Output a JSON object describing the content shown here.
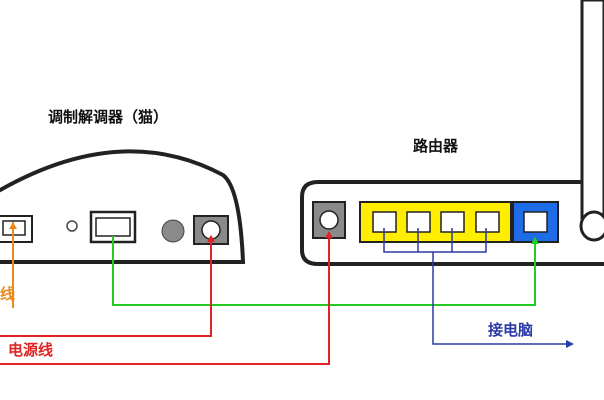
{
  "labels": {
    "modem_title": "调制解调器（猫）",
    "router_title": "路由器",
    "left_partial_label": "线",
    "power_cord_label": "电源线",
    "to_computer_label": "接电脑"
  },
  "colors": {
    "orange_wire": "#e98a1c",
    "green_wire": "#22cc22",
    "red_wire": "#e02424",
    "blue_wire": "#2b3aa6",
    "lan_block": "#ffee00",
    "wan_port": "#1f6de6",
    "device_outline": "#222222",
    "gray_knob": "#8a8a8a"
  },
  "icons": {
    "modem": "modem-icon",
    "router": "router-icon",
    "antenna": "antenna-icon"
  }
}
